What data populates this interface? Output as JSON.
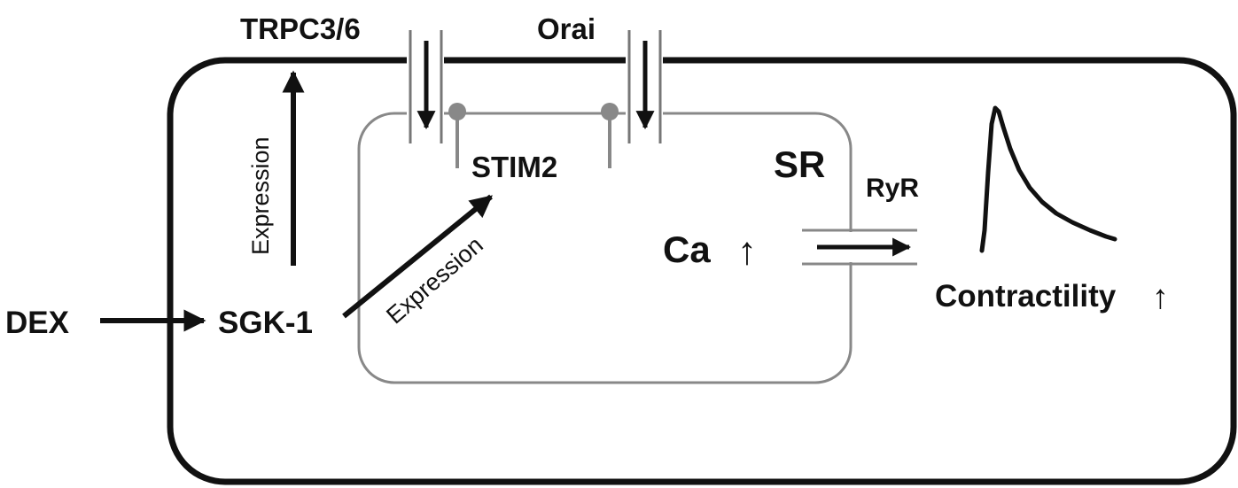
{
  "labels": {
    "trpc": "TRPC3/6",
    "orai": "Orai",
    "stim2": "STIM2",
    "sr": "SR",
    "ryr": "RyR",
    "ca": "Ca",
    "ca_arrow": "↑",
    "dex": "DEX",
    "sgk1": "SGK-1",
    "expression_vertical": "Expression",
    "expression_diagonal": "Expression",
    "contractility": "Contractility",
    "contractility_arrow": "↑"
  },
  "colors": {
    "ink": "#111111",
    "membrane": "#888888",
    "background": "#ffffff"
  }
}
